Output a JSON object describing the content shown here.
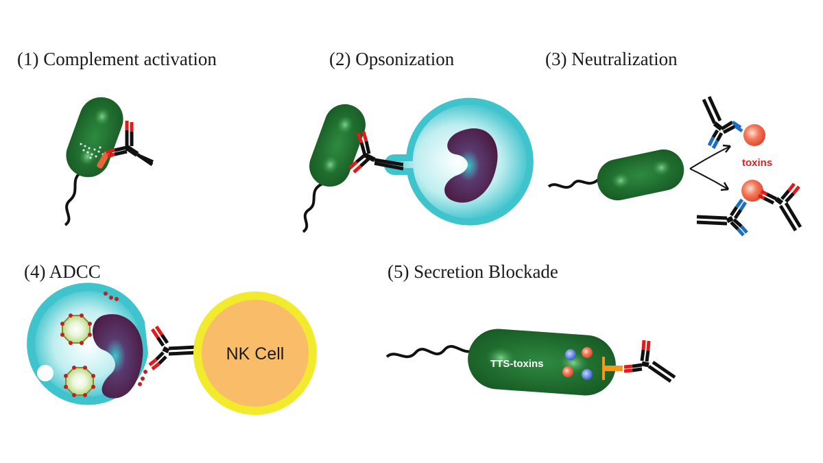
{
  "panels": [
    {
      "title": "(1) Complement activation"
    },
    {
      "title": "(2) Opsonization"
    },
    {
      "title": "(3) Neutralization",
      "toxins_label": "toxins"
    },
    {
      "title": "(4) ADCC",
      "nk_label": "NK Cell"
    },
    {
      "title": "(5) Secretion Blockade",
      "tts_label": "TTS-toxins"
    }
  ],
  "colors": {
    "bacterium": "#1e6b2e",
    "bacterium_highlight": "#55b56a",
    "phagocyte_ring": "#3fc3cc",
    "nucleus": "#5a1f4e",
    "nk_cell": "#f9bd6a",
    "nk_ring": "#f2ea2c",
    "antibody": "#111111",
    "antibody_tip_red": "#e11a1a",
    "antibody_tip_blue": "#1a6fc2",
    "toxin": "#f25a44"
  },
  "icons": [
    "bacterium",
    "flagellum",
    "antibody",
    "phagocyte",
    "nk-cell",
    "toxin",
    "complement-dots",
    "granule",
    "secretion-channel"
  ]
}
